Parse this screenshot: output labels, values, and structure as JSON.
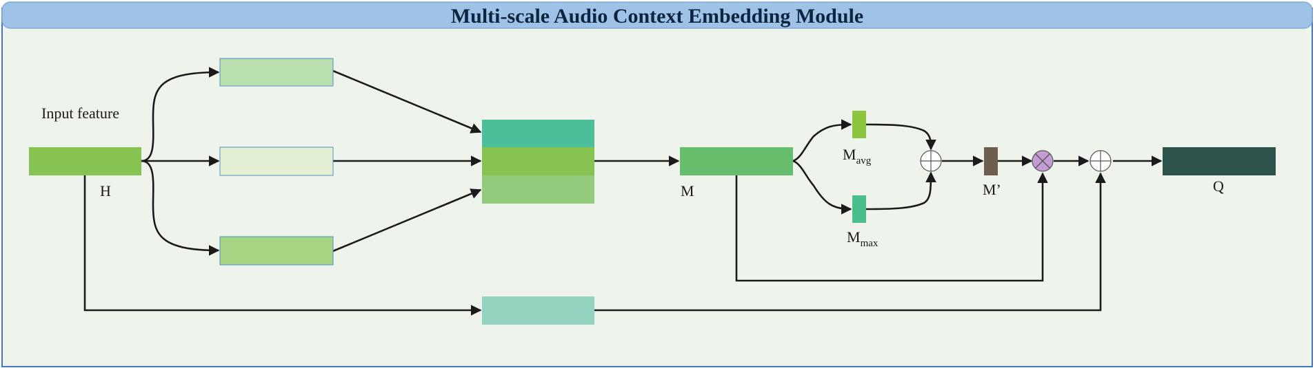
{
  "title": "Multi-scale Audio Context Embedding Module",
  "labels": {
    "input_feature": "Input feature",
    "h": "H",
    "m": "M",
    "m_base": "M",
    "avg_sub": "avg",
    "max_sub": "max",
    "m_prime": "M’",
    "q": "Q"
  },
  "colors": {
    "title_bar": "#9fc3e6",
    "panel_bg": "#eef4ec",
    "panel_border": "#4472c4",
    "input_block": "#86c350",
    "branch_top": "#b9dfae",
    "branch_mid": "#e3f0d3",
    "branch_bottom": "#a8d584",
    "concat_top": "#4cbe9a",
    "concat_mid": "#86c350",
    "concat_bottom": "#93cb7c",
    "m_block": "#66be6c",
    "m_avg": "#8cc63f",
    "m_max": "#4cbe8a",
    "m_prime_block": "#6e5e4e",
    "skip_block": "#94d3c0",
    "q_block": "#2d514b",
    "multiply_node": "#c49dd3"
  }
}
